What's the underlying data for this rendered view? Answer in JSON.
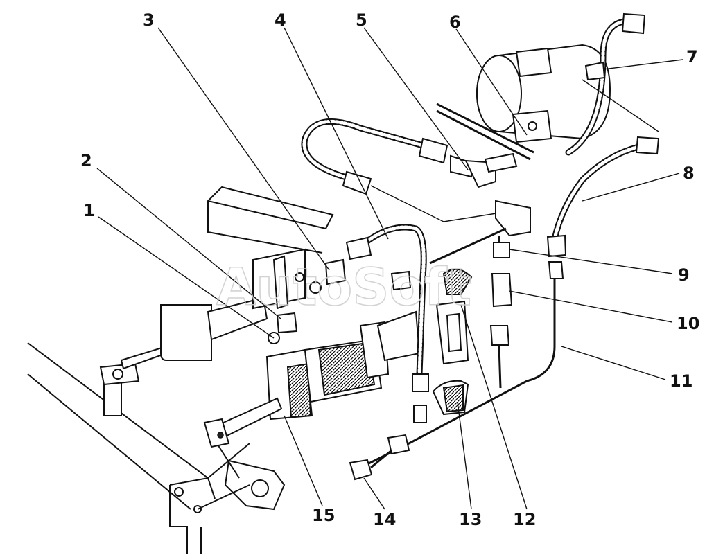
{
  "watermark": "AutoSoft",
  "callouts": [
    {
      "id": "c1",
      "label": "1"
    },
    {
      "id": "c2",
      "label": "2"
    },
    {
      "id": "c3",
      "label": "3"
    },
    {
      "id": "c4",
      "label": "4"
    },
    {
      "id": "c5",
      "label": "5"
    },
    {
      "id": "c6",
      "label": "6"
    },
    {
      "id": "c7",
      "label": "7"
    },
    {
      "id": "c8",
      "label": "8"
    },
    {
      "id": "c9",
      "label": "9"
    },
    {
      "id": "c10",
      "label": "10"
    },
    {
      "id": "c11",
      "label": "11"
    },
    {
      "id": "c12",
      "label": "12"
    },
    {
      "id": "c13",
      "label": "13"
    },
    {
      "id": "c14",
      "label": "14"
    },
    {
      "id": "c15",
      "label": "15"
    }
  ]
}
